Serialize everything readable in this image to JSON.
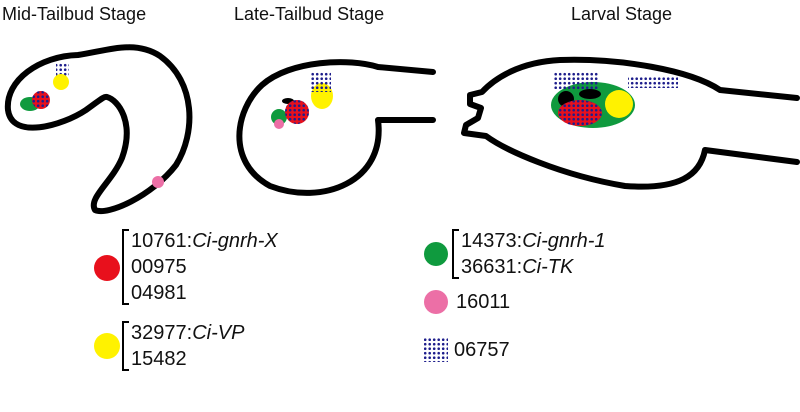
{
  "stages": [
    {
      "title": "Mid-Tailbud Stage"
    },
    {
      "title": "Late-Tailbud Stage"
    },
    {
      "title": "Larval Stage"
    }
  ],
  "legend": {
    "red_group": [
      {
        "id": "10761",
        "sep": ":",
        "gene": "Ci-gnrh-X"
      },
      {
        "id": "00975"
      },
      {
        "id": "04981"
      }
    ],
    "yellow_group": [
      {
        "id": "32977",
        "sep": ":",
        "gene": "Ci-VP"
      },
      {
        "id": "15482"
      }
    ],
    "green_group": [
      {
        "id": "14373",
        "sep": ":",
        "gene": "Ci-gnrh-1"
      },
      {
        "id": "36631",
        "sep": ":",
        "gene": "Ci-TK"
      }
    ],
    "pink": {
      "id": "16011"
    },
    "dotted": {
      "id": "06757"
    }
  },
  "colors": {
    "red": "#e8101c",
    "yellow": "#fff200",
    "green": "#0f9a3e",
    "pink": "#ec6fa6",
    "dots": "#1e1e8c",
    "outline": "#000000"
  }
}
